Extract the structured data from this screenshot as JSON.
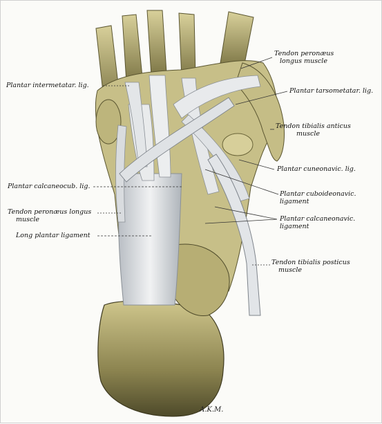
{
  "labels": {
    "peronaeus_longus_tendon_top": [
      "Tendon peronæus",
      "longus muscle"
    ],
    "plantar_intermetatar": "Plantar intermetatar. lig.",
    "plantar_tarsometatar": "Plantar tarsometatar. lig.",
    "tibialis_anticus": [
      "Tendon tibialis anticus",
      "muscle"
    ],
    "plantar_cuneonavic": "Plantar cuneonavic. lig.",
    "plantar_calcaneocub": "Plantar calcaneocub. lig.",
    "plantar_cuboideonavic": [
      "Plantar cuboideonavic.",
      "ligament"
    ],
    "peronaeus_longus_tendon_left": [
      "Tendon peronæus longus",
      "muscle"
    ],
    "plantar_calcaneonavic": [
      "Plantar calcaneonavic.",
      "ligament"
    ],
    "long_plantar": "Long plantar ligament",
    "tibialis_posticus": [
      "Tendon tibialis posticus",
      "muscle"
    ]
  },
  "signature": "A.K.M.",
  "colors": {
    "bone": "#c9c08a",
    "bone_shadow": "#6f6a3e",
    "ligament": "#e6e8ea",
    "ligament_shadow": "#9aa0a6",
    "ink": "#222222"
  }
}
